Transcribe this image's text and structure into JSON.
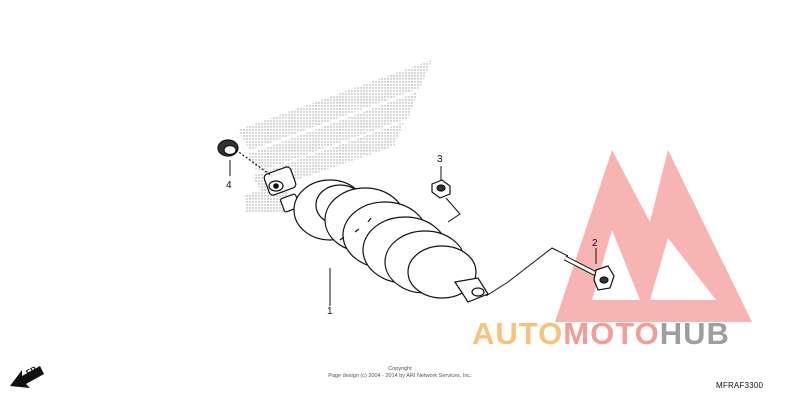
{
  "callouts": [
    {
      "label": "1"
    },
    {
      "label": "2"
    },
    {
      "label": "3"
    },
    {
      "label": "4"
    }
  ],
  "direction_label": "FR.",
  "copyright": {
    "line1": "Copyright",
    "line2": "Page design (c) 2004 - 2014 by ARI Network Services, Inc."
  },
  "diagram_code": "MFRAF3300",
  "watermark": {
    "part1": "AUTO",
    "part2": "MOTO",
    "part3": "HUB",
    "colors": {
      "auto": "#f7c27e",
      "moto": "#f59c96",
      "hub": "#9e9e9e",
      "logo": "#f26d6d"
    }
  }
}
